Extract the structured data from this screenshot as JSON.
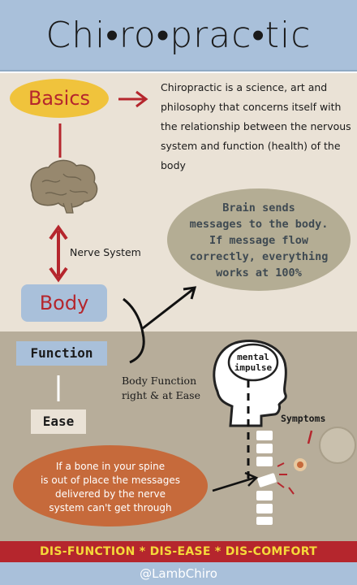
{
  "title": "Chi•ro•prac•tic",
  "basics": {
    "label": "Basics",
    "definition": "Chiropractic is a science, art and philosophy that concerns itself with the relationship between the nervous system and function (health) of the body"
  },
  "brain_message": {
    "line1": "Brain sends",
    "line2": "messages to the body.",
    "line3": "If message flow",
    "line4": "correctly, everything",
    "line5": "works at 100%"
  },
  "nerve_system_label": "Nerve System",
  "body_label": "Body",
  "function_label": "Function",
  "ease_label": "Ease",
  "body_function": {
    "line1": "Body Function",
    "line2": "right & at Ease"
  },
  "mental_impulse": {
    "line1": "mental",
    "line2": "impulse"
  },
  "symptoms_label": "Symptoms",
  "bone_message": {
    "line1": "If a bone in your spine",
    "line2": "is out of place the messages",
    "line3": "delivered by the nerve",
    "line4": "system can't get through"
  },
  "banner": "DIS-FUNCTION * DIS-EASE * DIS-COMFORT",
  "handle": "@LambChiro",
  "colors": {
    "title_blue": "#a9c0da",
    "beige": "#eae2d6",
    "grey_brown": "#b7ad9a",
    "accent_red": "#b5262d",
    "yellow": "#f0c33c",
    "orange": "#c66a3b",
    "olive": "#b4ad94"
  },
  "icons": [
    "brain-icon",
    "head-silhouette-icon",
    "spine-icon",
    "pain-spot-icon"
  ]
}
